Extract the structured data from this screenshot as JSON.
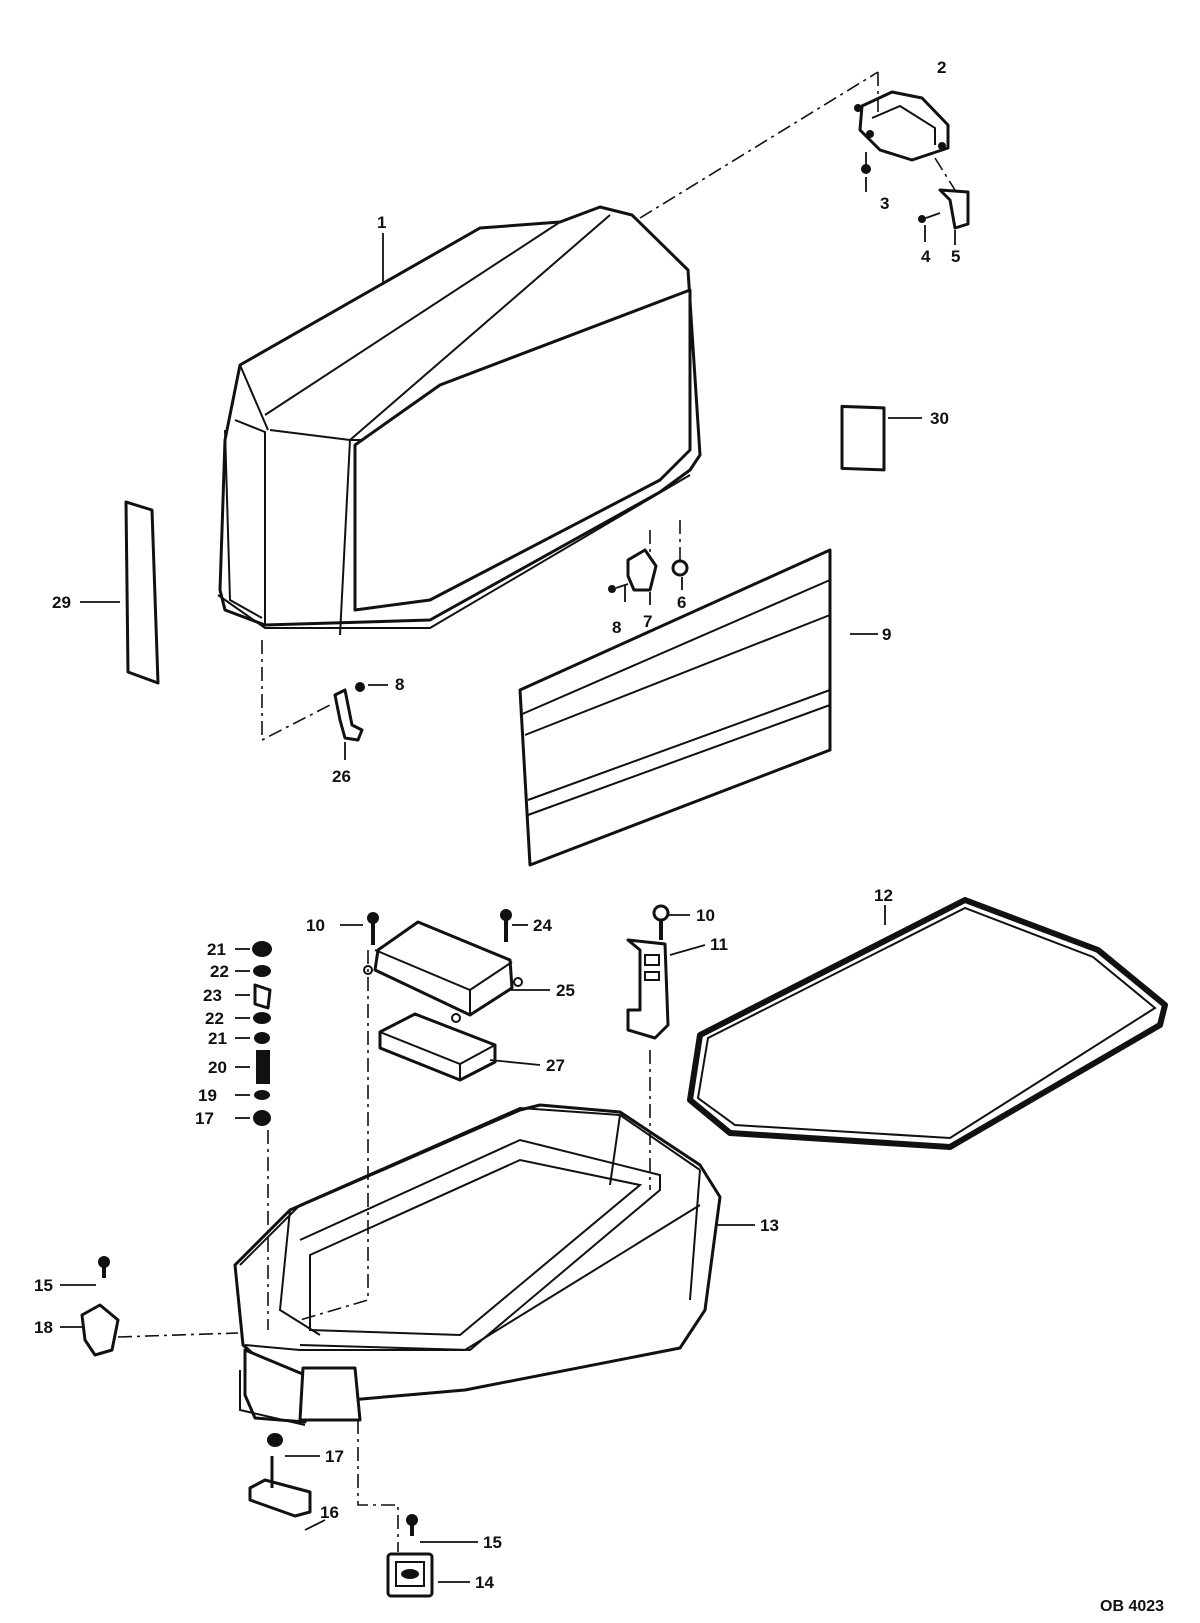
{
  "diagram_id": "OB 4023",
  "labels": {
    "p1": "1",
    "p2": "2",
    "p3": "3",
    "p4": "4",
    "p5": "5",
    "p6": "6",
    "p7": "7",
    "p8a": "8",
    "p8b": "8",
    "p9": "9",
    "p10a": "10",
    "p10b": "10",
    "p11": "11",
    "p12": "12",
    "p13": "13",
    "p14": "14",
    "p15a": "15",
    "p15b": "15",
    "p16": "16",
    "p17a": "17",
    "p17b": "17",
    "p18": "18",
    "p19": "19",
    "p20": "20",
    "p21a": "21",
    "p21b": "21",
    "p22a": "22",
    "p22b": "22",
    "p23": "23",
    "p24": "24",
    "p25": "25",
    "p26": "26",
    "p27": "27",
    "p29": "29",
    "p30": "30"
  }
}
